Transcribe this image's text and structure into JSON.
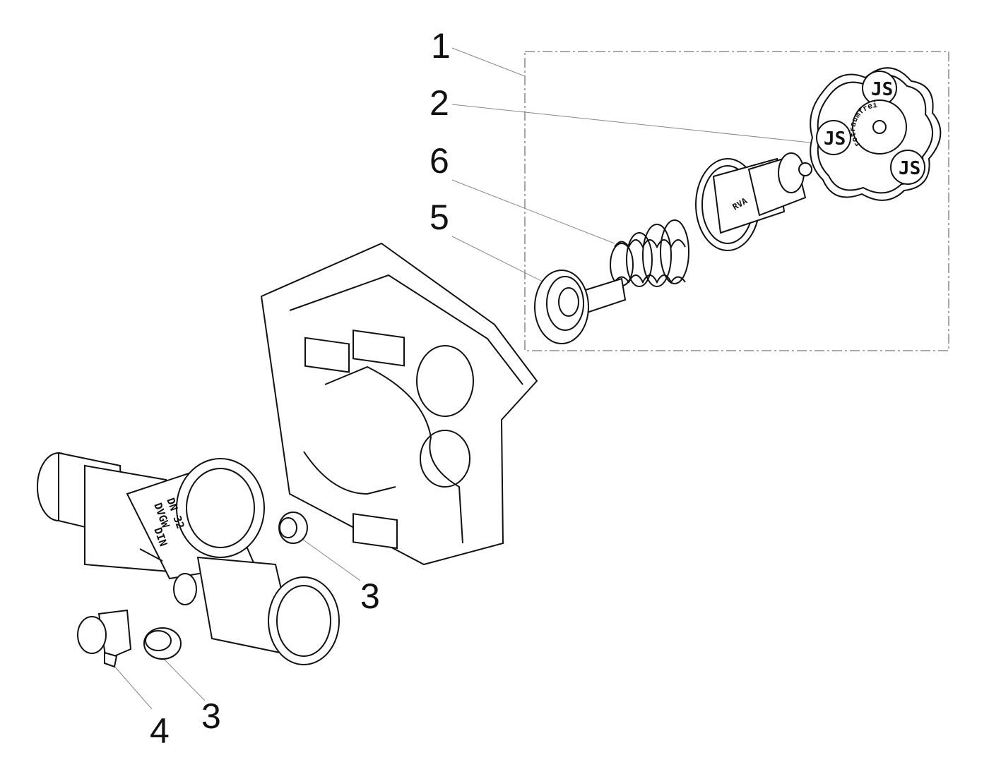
{
  "callouts": {
    "c1": "1",
    "c2": "2",
    "c6": "6",
    "c5": "5",
    "c3a": "3",
    "c3b": "3",
    "c4": "4"
  },
  "markings": {
    "handwheel_text": "rotraumfrei",
    "valve_dvgw": "DVGW",
    "valve_dn": "DN 32",
    "valve_din": "DIN",
    "bonnet_text": "RVA"
  }
}
